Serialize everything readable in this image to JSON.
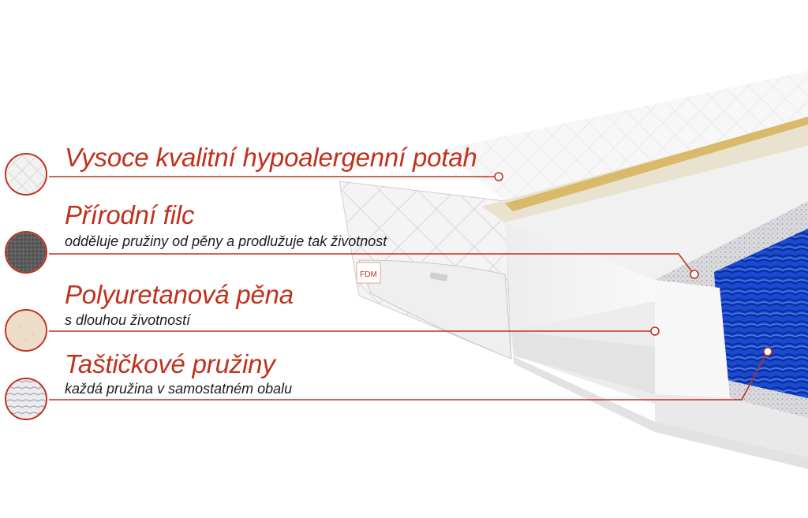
{
  "features": [
    {
      "title": "Vysoce kvalitní hypoalergenní potah",
      "subtitle": ""
    },
    {
      "title": "Přírodní filc",
      "subtitle": "odděluje pružiny od pěny a prodlužuje tak životnost"
    },
    {
      "title": "Polyuretanová pěna",
      "subtitle": "s dlouhou životností"
    },
    {
      "title": "Taštičkové pružiny",
      "subtitle": "každá pružina v samostatném obalu"
    }
  ],
  "product": {
    "logo_text": "FDM"
  },
  "colors": {
    "accent": "#c0311d",
    "text": "#1b1b1b",
    "spring_blue": "#1240c8",
    "felt_grey": "#5f5f5f",
    "foam_beige": "#ecdcc8"
  }
}
